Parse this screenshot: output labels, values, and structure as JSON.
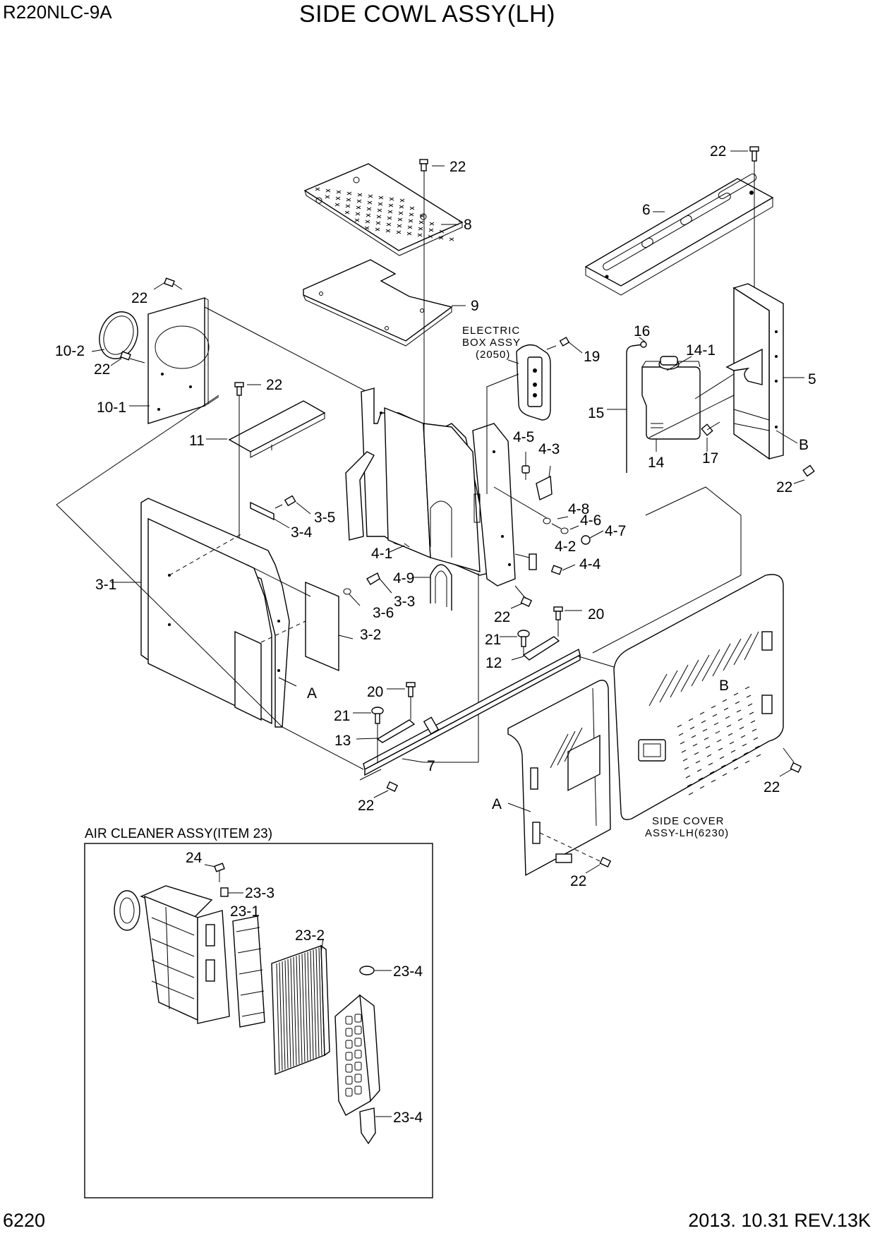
{
  "header": {
    "model": "R220NLC-9A",
    "title": "SIDE COWL ASSY(LH)"
  },
  "footer": {
    "page_number": "6220",
    "revision_date": "2013. 10.31  REV.13K"
  },
  "notes": {
    "electric_box_line1": "ELECTRIC",
    "electric_box_line2": "BOX ASSY",
    "electric_box_line3": "(2050)",
    "side_cover_line1": "SIDE COVER",
    "side_cover_line2": "ASSY-LH(6230)",
    "air_cleaner_title": "AIR CLEANER ASSY(ITEM 23)"
  },
  "callouts": [
    {
      "id": "c-22-top-mid",
      "label": "22"
    },
    {
      "id": "c-8",
      "label": "8"
    },
    {
      "id": "c-9",
      "label": "9"
    },
    {
      "id": "c-22-top-right",
      "label": "22"
    },
    {
      "id": "c-6",
      "label": "6"
    },
    {
      "id": "c-22-upper-left",
      "label": "22"
    },
    {
      "id": "c-10-2",
      "label": "10-2"
    },
    {
      "id": "c-22-left-2",
      "label": "22"
    },
    {
      "id": "c-10-1",
      "label": "10-1"
    },
    {
      "id": "c-22-above-11",
      "label": "22"
    },
    {
      "id": "c-11",
      "label": "11"
    },
    {
      "id": "c-19",
      "label": "19"
    },
    {
      "id": "c-16",
      "label": "16"
    },
    {
      "id": "c-14-1",
      "label": "14-1"
    },
    {
      "id": "c-5",
      "label": "5"
    },
    {
      "id": "c-15",
      "label": "15"
    },
    {
      "id": "c-14",
      "label": "14"
    },
    {
      "id": "c-17",
      "label": "17"
    },
    {
      "id": "c-B-right",
      "label": "B"
    },
    {
      "id": "c-22-right",
      "label": "22"
    },
    {
      "id": "c-4-5",
      "label": "4-5"
    },
    {
      "id": "c-4-3",
      "label": "4-3"
    },
    {
      "id": "c-3-5",
      "label": "3-5"
    },
    {
      "id": "c-3-4",
      "label": "3-4"
    },
    {
      "id": "c-4-8",
      "label": "4-8"
    },
    {
      "id": "c-4-6",
      "label": "4-6"
    },
    {
      "id": "c-4-7",
      "label": "4-7"
    },
    {
      "id": "c-4-1",
      "label": "4-1"
    },
    {
      "id": "c-4-2",
      "label": "4-2"
    },
    {
      "id": "c-4-4",
      "label": "4-4"
    },
    {
      "id": "c-3-1",
      "label": "3-1"
    },
    {
      "id": "c-4-9",
      "label": "4-9"
    },
    {
      "id": "c-3-3",
      "label": "3-3"
    },
    {
      "id": "c-3-6",
      "label": "3-6"
    },
    {
      "id": "c-3-2",
      "label": "3-2"
    },
    {
      "id": "c-22-mid",
      "label": "22"
    },
    {
      "id": "c-20-a",
      "label": "20"
    },
    {
      "id": "c-21-a",
      "label": "21"
    },
    {
      "id": "c-12",
      "label": "12"
    },
    {
      "id": "c-A-left",
      "label": "A"
    },
    {
      "id": "c-B-cover",
      "label": "B"
    },
    {
      "id": "c-20-b",
      "label": "20"
    },
    {
      "id": "c-21-b",
      "label": "21"
    },
    {
      "id": "c-13",
      "label": "13"
    },
    {
      "id": "c-7",
      "label": "7"
    },
    {
      "id": "c-22-bottom-left",
      "label": "22"
    },
    {
      "id": "c-A-panel",
      "label": "A"
    },
    {
      "id": "c-22-cover",
      "label": "22"
    },
    {
      "id": "c-22-panel",
      "label": "22"
    },
    {
      "id": "c-24",
      "label": "24"
    },
    {
      "id": "c-23-3",
      "label": "23-3"
    },
    {
      "id": "c-23-1",
      "label": "23-1"
    },
    {
      "id": "c-23-2",
      "label": "23-2"
    },
    {
      "id": "c-23-4-a",
      "label": "23-4"
    },
    {
      "id": "c-23-4-b",
      "label": "23-4"
    }
  ]
}
